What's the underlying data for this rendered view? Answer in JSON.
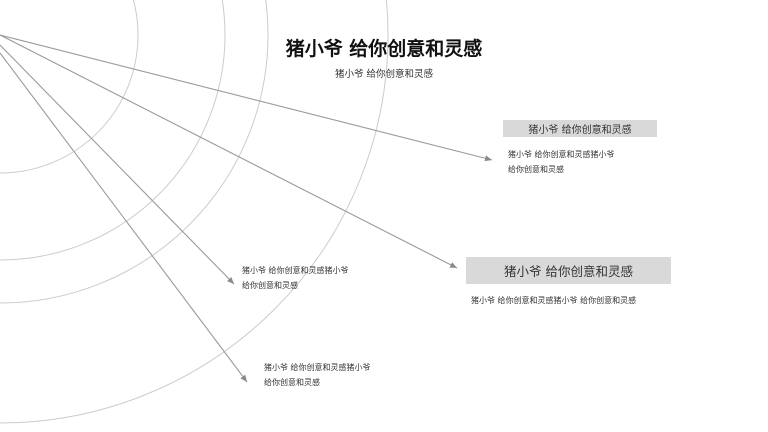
{
  "title": "猪小爷 给你创意和灵感",
  "subtitle": "猪小爷 给你创意和灵感",
  "labels": [
    {
      "text": "猪小爷 给你创意和灵感"
    },
    {
      "text": "猪小爷 给你创意和灵感"
    }
  ],
  "descriptions": [
    {
      "line1": "猪小爷  给你创意和灵感猪小爷",
      "line2": "给你创意和灵感"
    },
    {
      "line1": "猪小爷 给你创意和灵感猪小爷 给你创意和灵感",
      "line2": ""
    },
    {
      "line1": "猪小爷  给你创意和灵感猪小爷",
      "line2": "给你创意和灵感"
    },
    {
      "line1": "猪小爷  给你创意和灵感猪小爷",
      "line2": "给你创意和灵感"
    }
  ],
  "colors": {
    "line": "#9a9a9a",
    "circle": "#cccccc",
    "box": "#d9d9d9"
  }
}
